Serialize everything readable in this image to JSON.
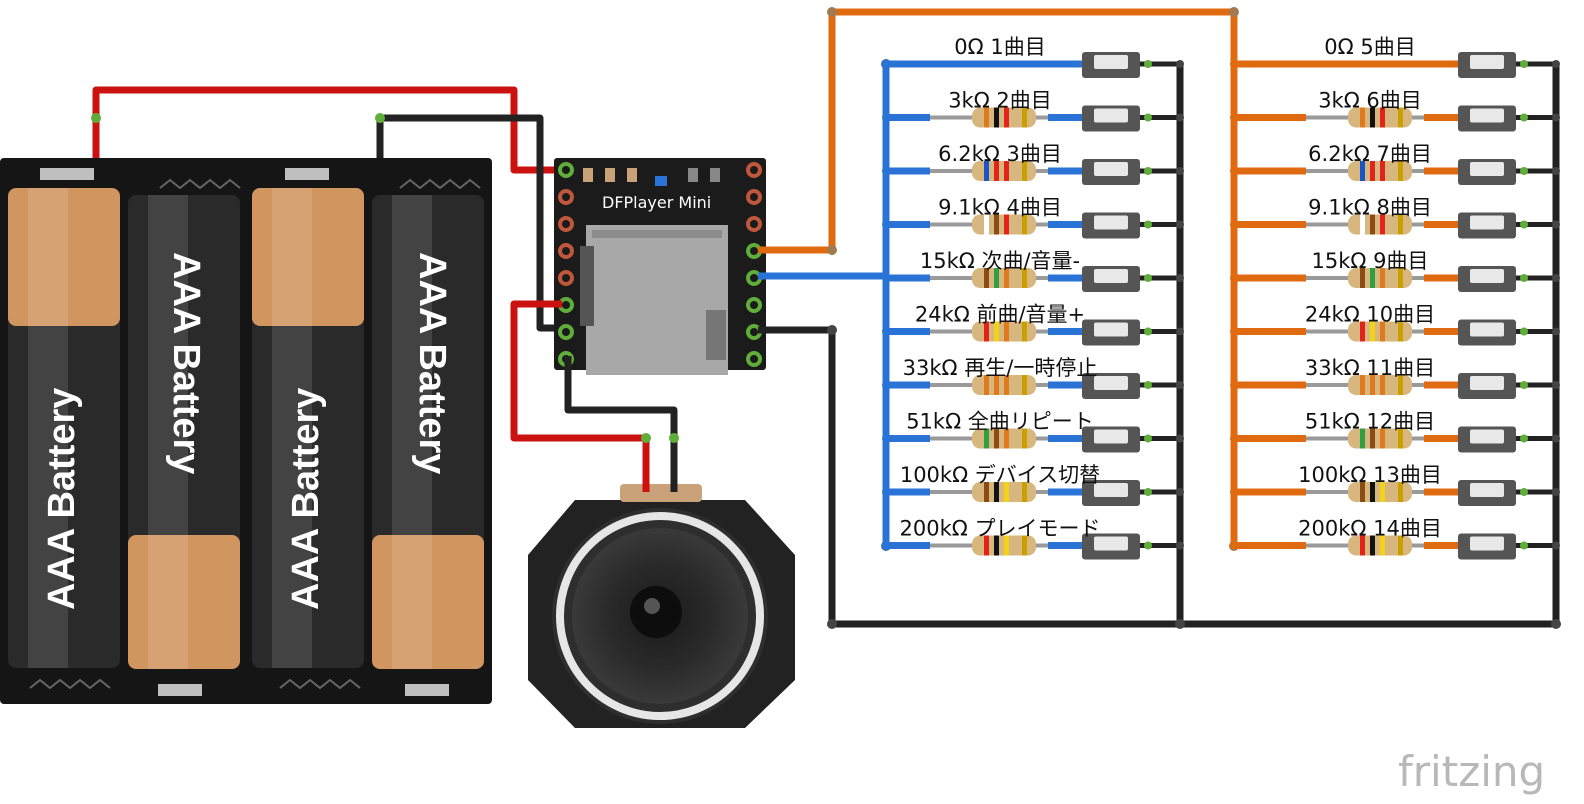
{
  "module": {
    "name": "DFPlayer Mini"
  },
  "battery": {
    "label": "AAA Battery"
  },
  "brand": {
    "name": "fritzing"
  },
  "left_column": {
    "labels": [
      "0Ω 1曲目",
      "3kΩ 2曲目",
      "6.2kΩ 3曲目",
      "9.1kΩ 4曲目",
      "15kΩ 次曲/音量-",
      "24kΩ 前曲/音量+",
      "33kΩ 再生/一時停止",
      "51kΩ 全曲リピート",
      "100kΩ デバイス切替",
      "200kΩ プレイモード"
    ],
    "bands": [
      null,
      [
        "#e07a1e",
        "#111111",
        "#e2231a"
      ],
      [
        "#1a55c8",
        "#e2231a",
        "#e2231a"
      ],
      [
        "#ffffff",
        "#8a4b15",
        "#e2231a"
      ],
      [
        "#8a4b15",
        "#2ea043",
        "#e07a1e"
      ],
      [
        "#e2231a",
        "#f3d21a",
        "#e07a1e"
      ],
      [
        "#e07a1e",
        "#e07a1e",
        "#e07a1e"
      ],
      [
        "#2ea043",
        "#8a4b15",
        "#e07a1e"
      ],
      [
        "#8a4b15",
        "#111111",
        "#f3d21a"
      ],
      [
        "#e2231a",
        "#111111",
        "#f3d21a"
      ]
    ]
  },
  "right_column": {
    "labels": [
      "0Ω 5曲目",
      "3kΩ 6曲目",
      "6.2kΩ 7曲目",
      "9.1kΩ 8曲目",
      "15kΩ 9曲目",
      "24kΩ 10曲目",
      "33kΩ 11曲目",
      "51kΩ 12曲目",
      "100kΩ 13曲目",
      "200kΩ 14曲目"
    ],
    "bands": [
      null,
      [
        "#e07a1e",
        "#111111",
        "#e2231a"
      ],
      [
        "#1a55c8",
        "#e2231a",
        "#e2231a"
      ],
      [
        "#ffffff",
        "#8a4b15",
        "#e2231a"
      ],
      [
        "#8a4b15",
        "#2ea043",
        "#e07a1e"
      ],
      [
        "#e2231a",
        "#f3d21a",
        "#e07a1e"
      ],
      [
        "#e07a1e",
        "#e07a1e",
        "#e07a1e"
      ],
      [
        "#2ea043",
        "#8a4b15",
        "#e07a1e"
      ],
      [
        "#8a4b15",
        "#111111",
        "#f3d21a"
      ],
      [
        "#e2231a",
        "#111111",
        "#f3d21a"
      ]
    ]
  },
  "colors": {
    "wire_red": "#cc1111",
    "wire_black": "#222222",
    "wire_orange": "#e06a10",
    "wire_blue": "#2a73d6",
    "resistor_body": "#d8b77e",
    "board": "#1b1b1b",
    "battery_copper": "#d19660"
  }
}
